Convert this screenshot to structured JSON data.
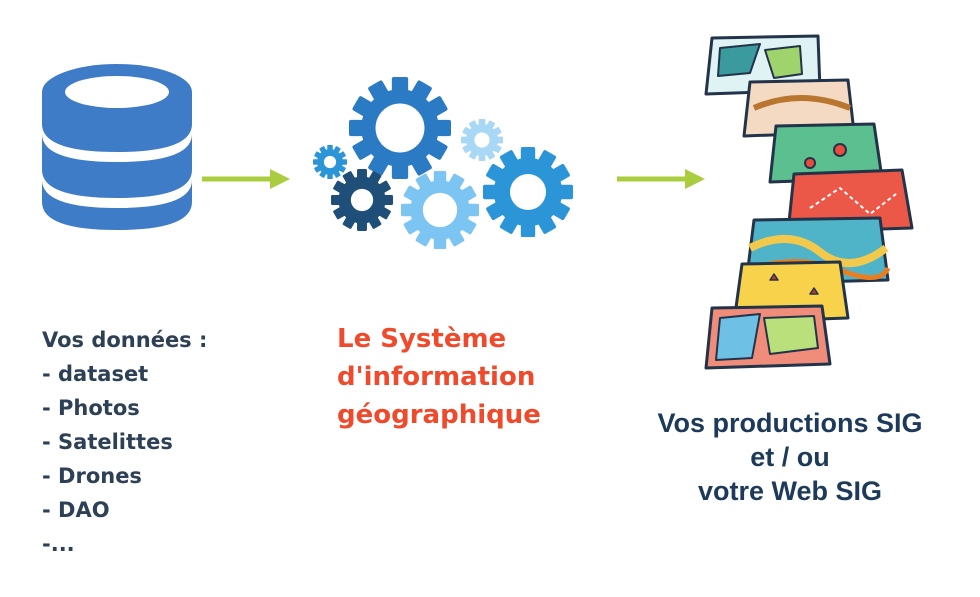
{
  "colors": {
    "db_blue": "#3f7cc7",
    "arrow_green": "#a9cd3f",
    "gear_dark": "#1f4e79",
    "gear_mid": "#2b95d8",
    "gear_light": "#7cc4f2",
    "gear_pale": "#a8d8f6",
    "sources_text": "#2e4055",
    "gis_title_text": "#ee4a2b",
    "outputs_text": "#1d3a5a"
  },
  "sources": {
    "heading": "Vos données :",
    "items": [
      "- dataset",
      "- Photos",
      "- Satelittes",
      "- Drones",
      "- DAO",
      "-..."
    ]
  },
  "gis": {
    "lines": [
      "Le Système",
      "d'information",
      "géographique"
    ]
  },
  "outputs": {
    "lines": [
      "Vos productions SIG",
      "et / ou",
      "votre Web SIG"
    ]
  },
  "icons": {
    "database": "database-icon",
    "gears": "gears-icon",
    "maps": "layered-maps-icon",
    "arrow": "arrow-right-icon"
  }
}
